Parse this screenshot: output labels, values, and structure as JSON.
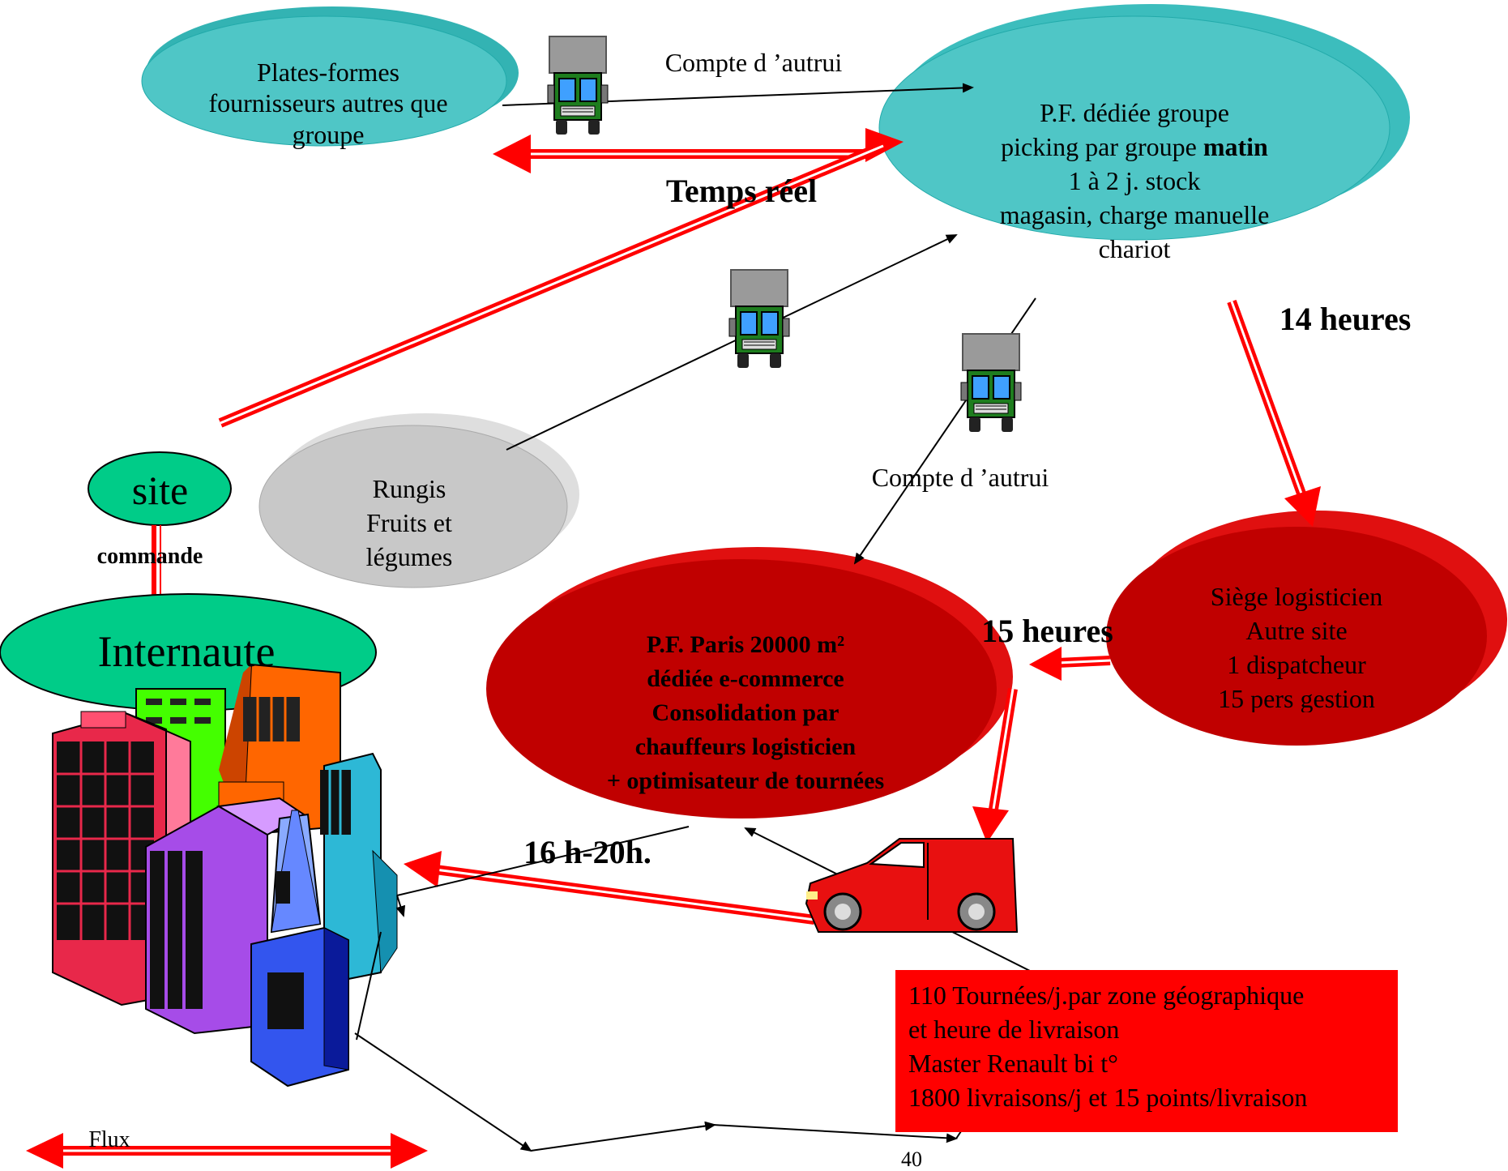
{
  "nodes": {
    "supplier_platforms": "Plates-formes fournisseurs autres que groupe",
    "group_platform_line1": "P.F. dédiée groupe",
    "group_platform_line2a": "picking par groupe ",
    "group_platform_line2b": "matin",
    "group_platform_line3": "1 à 2 j. stock",
    "group_platform_line4": "magasin, charge manuelle",
    "group_platform_line5": "chariot",
    "rungis_line1": "Rungis",
    "rungis_line2": "Fruits et",
    "rungis_line3": "légumes",
    "site": "site",
    "internaute": "Internaute",
    "siege_line1": "Siège logisticien",
    "siege_line2": "Autre site",
    "siege_line3": "1 dispatcheur",
    "siege_line4": "15 pers gestion",
    "paris_line1": "P.F. Paris 20000 m²",
    "paris_line2": "dédiée e-commerce",
    "paris_line3": "Consolidation par",
    "paris_line4": "chauffeurs logisticien",
    "paris_line5": "+ optimisateur de tournées"
  },
  "labels": {
    "compte_autrui_top": "Compte d ’autrui",
    "compte_autrui_mid": "Compte d ’autrui",
    "temps_reel": "Temps réel",
    "quatorze_heures": "14 heures",
    "quinze_heures": "15 heures",
    "seize_vingt": "16 h-20h.",
    "commande": "commande",
    "flux": "Flux",
    "page_number": "40"
  },
  "delivery_box": {
    "line1": "110 Tournées/j.par zone géographique",
    "line2": "et heure de livraison",
    "line3": "Master Renault bi t°",
    "line4": "1800 livraisons/j et 15 points/livraison"
  },
  "colors": {
    "teal": "#4fc6c6",
    "teal_shadow": "#33b3b3",
    "red_node": "#c00000",
    "red_shadow": "#e01010",
    "arrow_red": "#ff0000",
    "grey_node": "#c8c8c8",
    "green_node": "#00cc88",
    "box_red": "#ff0000"
  },
  "icons": {
    "truck": "green-truck-icon",
    "van": "red-van-icon",
    "city": "city-buildings-illustration"
  }
}
